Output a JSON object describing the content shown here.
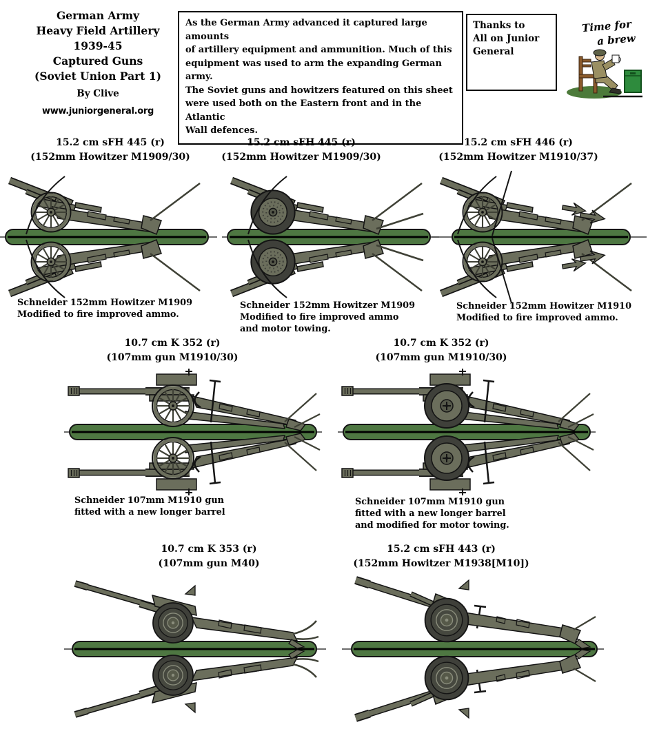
{
  "header": {
    "title_lines": [
      "German Army",
      "Heavy Field Artillery",
      "1939-45",
      "Captured Guns",
      "(Soviet Union Part 1)"
    ],
    "byline": "By Clive",
    "website": "www.juniorgeneral.org",
    "description": "As the German Army advanced it captured large amounts\nof artillery equipment and ammunition. Much of this\nequipment was used to arm the expanding German army.\nThe Soviet guns and howitzers featured on this sheet\nwere used both on the Eastern front and in the Atlantic\nWall defences.",
    "thanks_note": "Thanks to\nAll on Junior\nGeneral",
    "brew_line1": "Time for",
    "brew_line2": "a brew"
  },
  "guns": [
    {
      "title": "15.2 cm sFH 445 (r)",
      "subtitle": "(152mm Howitzer M1909/30)",
      "caption": "Schneider 152mm Howitzer M1909\nModified to fire improved ammo."
    },
    {
      "title": "15.2 cm sFH 445 (r)",
      "subtitle": "(152mm Howitzer M1909/30)",
      "caption": "Schneider 152mm Howitzer M1909\nModified to fire improved ammo\nand motor towing."
    },
    {
      "title": "15.2 cm sFH 446 (r)",
      "subtitle": "(152mm Howitzer M1910/37)",
      "caption": "Schneider 152mm Howitzer M1910\nModified to fire improved ammo."
    },
    {
      "title": "10.7 cm K 352 (r)",
      "subtitle": "(107mm gun M1910/30)",
      "caption": "Schneider 107mm M1910 gun\nfitted with a new longer barrel"
    },
    {
      "title": "10.7 cm K 352 (r)",
      "subtitle": "(107mm gun M1910/30)",
      "caption": "Schneider 107mm M1910 gun\nfitted with a new longer barrel\nand modified for motor towing."
    },
    {
      "title": "10.7 cm K 353 (r)",
      "subtitle": "(107mm gun M40)"
    },
    {
      "title": "15.2 cm sFH 443 (r)",
      "subtitle": "(152mm Howitzer M1938[M10])"
    }
  ],
  "colors": {
    "gun_body": "#6b6e5c",
    "tire_dark": "#3f403a",
    "base_strip_green": "#4e7742",
    "crate_green": "#2e8b3d",
    "mound_green": "#4c7a3a",
    "uniform_khaki": "#9a8f62",
    "chair_brown": "#8a5a2b",
    "ink": "#141414"
  }
}
